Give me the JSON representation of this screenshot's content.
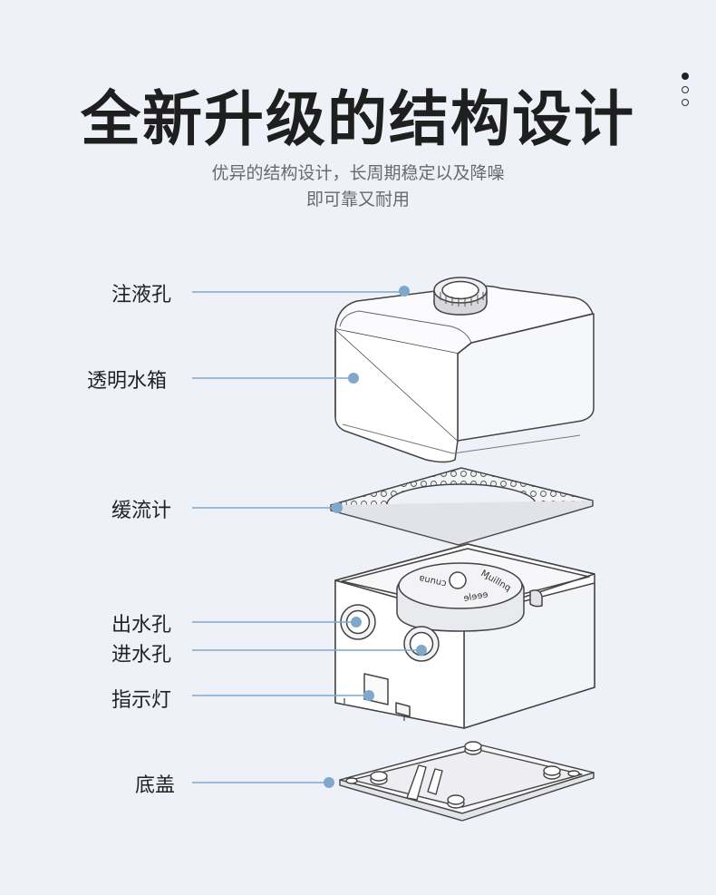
{
  "header": {
    "title": "全新升级的结构设计",
    "subtitle_line1": "优异的结构设计，长周期稳定以及降噪",
    "subtitle_line2": "即可靠又耐用"
  },
  "pagination": {
    "total": 3,
    "active": 0
  },
  "parts": [
    {
      "id": "fill-hole",
      "label": "注液孔"
    },
    {
      "id": "water-tank",
      "label": "透明水箱"
    },
    {
      "id": "flow-buffer",
      "label": "缓流计"
    },
    {
      "id": "outlet",
      "label": "出水孔"
    },
    {
      "id": "inlet",
      "label": "进水孔"
    },
    {
      "id": "indicator",
      "label": "指示灯"
    },
    {
      "id": "bottom-cover",
      "label": "底盖"
    }
  ],
  "colors": {
    "leader_line": "#7fa8cc",
    "outline": "#444444",
    "background": "#eef1f8"
  }
}
